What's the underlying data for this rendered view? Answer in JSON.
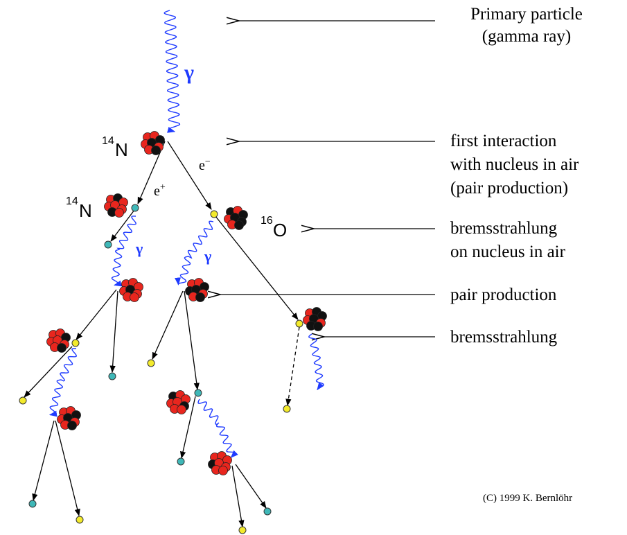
{
  "annotations": {
    "primary_line1": "Primary particle",
    "primary_line2": "(gamma ray)",
    "first_line1": "first interaction",
    "first_line2": "with nucleus in air",
    "first_line3": "(pair production)",
    "brems1_line1": "bremsstrahlung",
    "brems1_line2": "on nucleus in air",
    "pair": "pair production",
    "brems2": "bremsstrahlung"
  },
  "symbols": {
    "gamma": "γ",
    "nucleus_N": "N",
    "nucleus_N_mass": "14",
    "nucleus_O": "O",
    "nucleus_O_mass": "16",
    "electron": "e",
    "electron_sign": "−",
    "positron": "e",
    "positron_sign": "+"
  },
  "credit": "(C) 1999 K. Bernlöhr",
  "colors": {
    "photon": "#1f3bff",
    "nucleus_proton": "#e8261e",
    "nucleus_neutron": "#111111",
    "electron": "#f3ea2c",
    "positron": "#3fb8b8"
  }
}
